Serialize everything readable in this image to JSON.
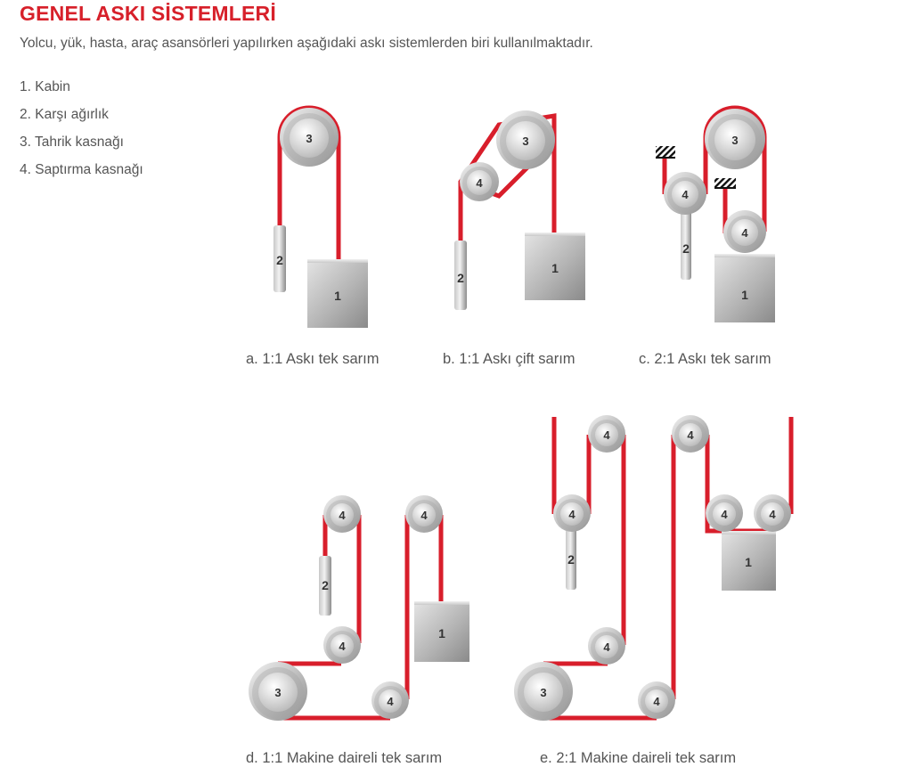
{
  "title": "GENEL ASKI SİSTEMLERİ",
  "intro": "Yolcu, yük, hasta, araç asansörleri yapılırken aşağıdaki askı sistemlerden biri kullanılmaktadır.",
  "legend": [
    "1. Kabin",
    "2. Karşı ağırlık",
    "3. Tahrik kasnağı",
    "4. Saptırma kasnağı"
  ],
  "labels": {
    "cabin": "1",
    "counterweight": "2",
    "drive": "3",
    "deflector": "4"
  },
  "colors": {
    "title": "#d7202a",
    "rope": "#d81e2b",
    "text": "#555555"
  },
  "captions": {
    "a": "a. 1:1 Askı tek sarım",
    "b": "b. 1:1 Askı çift sarım",
    "c": "c. 2:1 Askı tek sarım",
    "d": "d. 1:1 Makine daireli tek sarım",
    "e": "e. 2:1 Makine daireli tek sarım"
  }
}
